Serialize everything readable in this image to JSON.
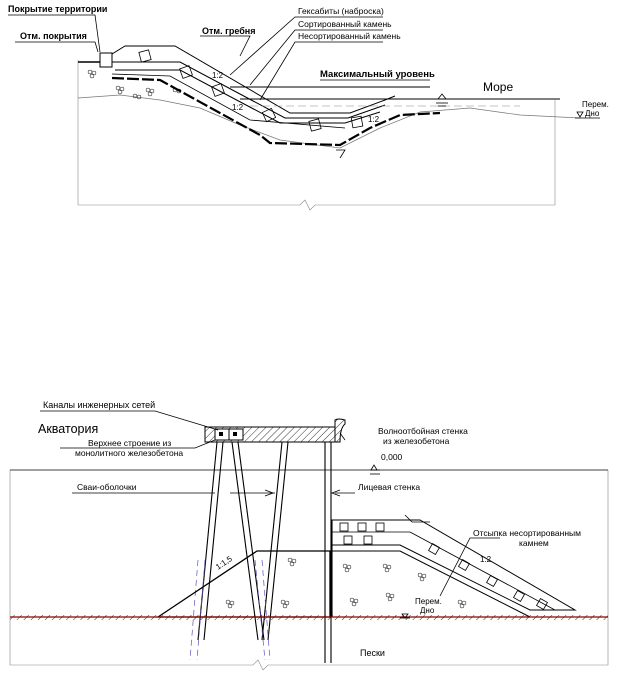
{
  "top": {
    "territory_cover": "Покрытие территории",
    "cover_mark": "Отм. покрытия",
    "crest_mark": "Отм. гребня",
    "hexabits": "Гексабиты (наброска)",
    "sorted_stone": "Сортированный камень",
    "unsorted_stone": "Несортированный камень",
    "max_level": "Максимальный уровень",
    "sea": "Море",
    "variable_bottom_1": "Перем.",
    "variable_bottom_2": "Дно",
    "slope_upper": "1:2",
    "slope_middle": "1:2",
    "slope_lower": "1:2"
  },
  "bottom": {
    "utility_channels": "Каналы инженерных сетей",
    "water_area": "Акватория",
    "superstructure_1": "Верхнее строение из",
    "superstructure_2": "монолитного железобетона",
    "wave_wall_1": "Волноотбойная стенка",
    "wave_wall_2": "из железобетона",
    "level_zero": "0,000",
    "shell_piles": "Сваи-оболочки",
    "facing_wall": "Лицевая стенка",
    "unsorted_fill_1": "Отсыпка несортированным",
    "unsorted_fill_2": "камнем",
    "slope_left": "1:1,5",
    "slope_right": "1:2",
    "variable_bottom_1": "Перем.",
    "variable_bottom_2": "Дно",
    "sands": "Пески"
  }
}
